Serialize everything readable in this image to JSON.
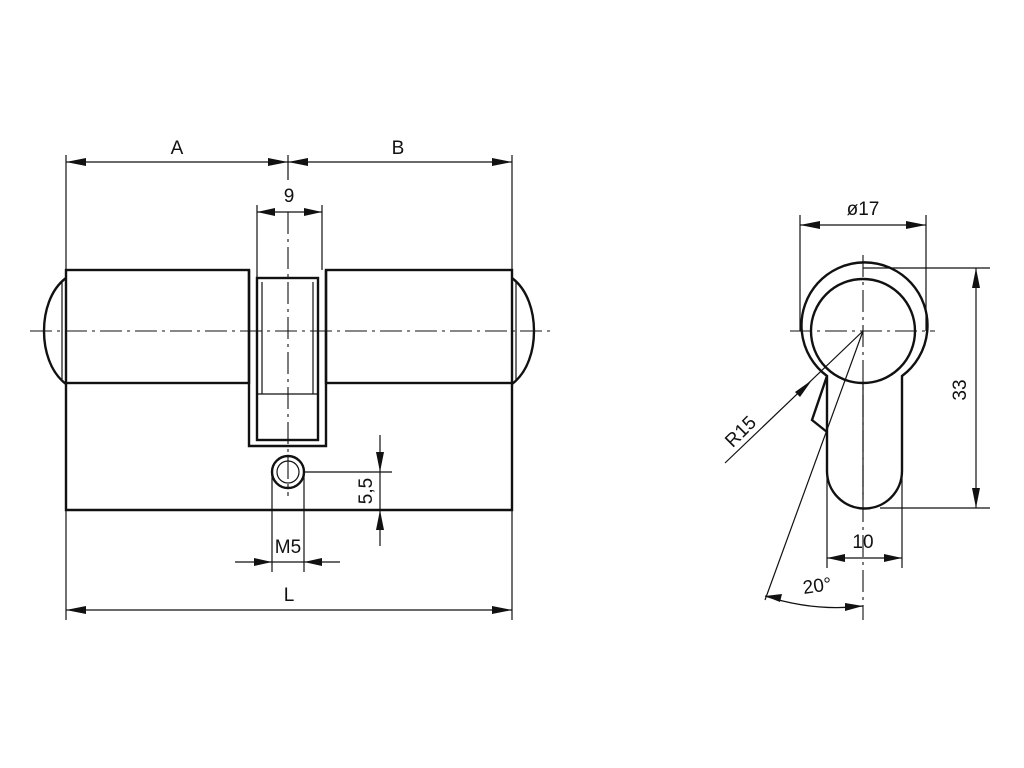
{
  "drawing": {
    "front_view": {
      "dim_a": "A",
      "dim_b": "B",
      "dim_cam_width": "9",
      "dim_screw_offset": "5,5",
      "dim_screw_thread": "M5",
      "dim_total_length": "L"
    },
    "side_view": {
      "dim_diameter": "ø17",
      "dim_height": "33",
      "dim_radius": "R15",
      "dim_bottom_width": "10",
      "dim_angle": "20°"
    }
  }
}
